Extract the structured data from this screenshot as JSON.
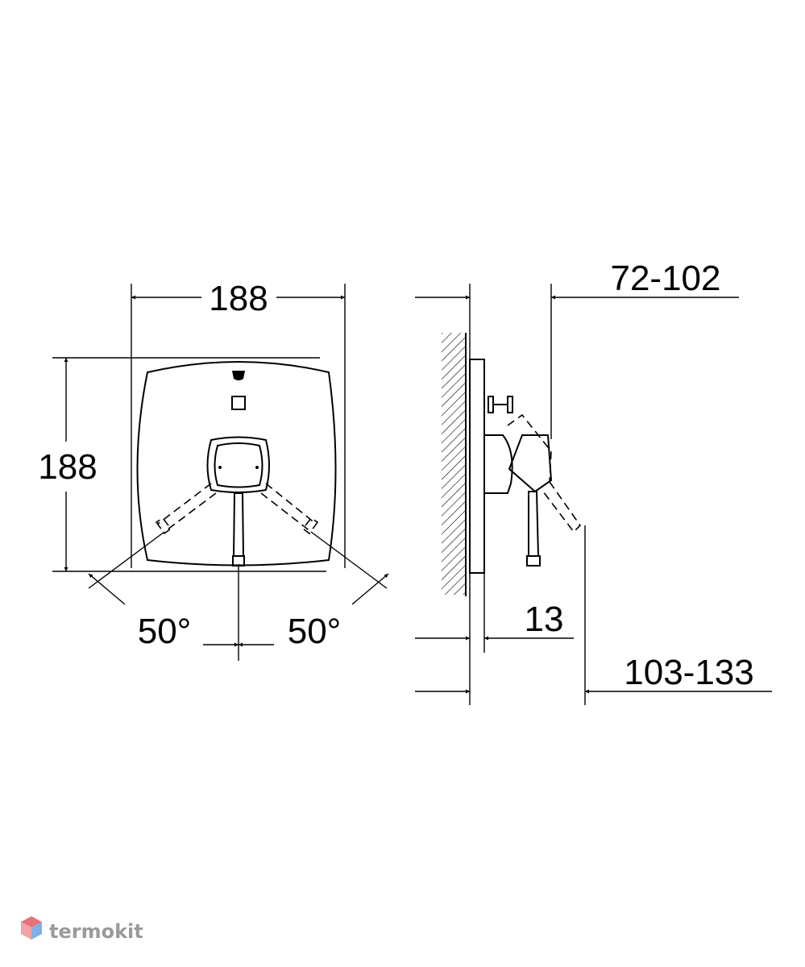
{
  "front_view": {
    "width_label": "188",
    "height_label": "188",
    "angle_left_label": "50°",
    "angle_right_label": "50°"
  },
  "side_view": {
    "reach_label": "72-102",
    "plate_label": "13",
    "depth_label": "103-133"
  },
  "watermark": {
    "text": "termokit",
    "colors": [
      "#e8727a",
      "#7fb0e6"
    ]
  }
}
